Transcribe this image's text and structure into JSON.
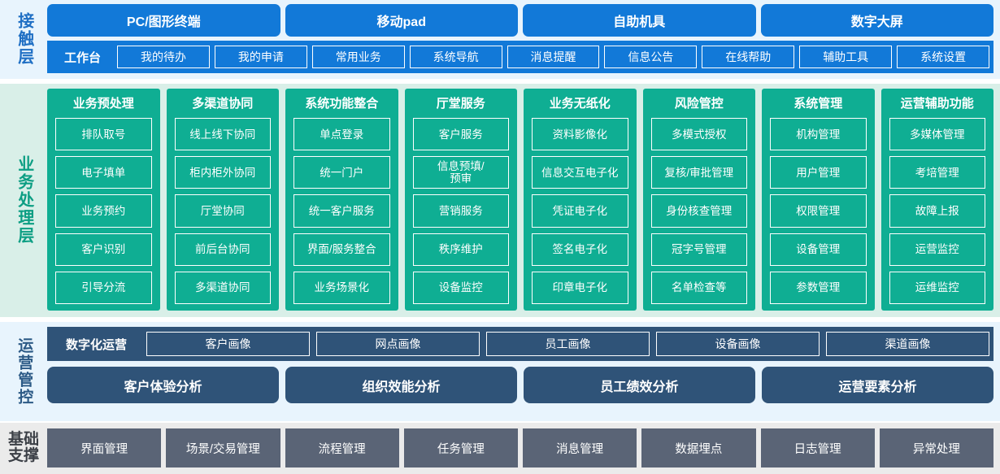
{
  "bands": {
    "contact": {
      "label": "接触层",
      "channels": [
        "PC/图形终端",
        "移动pad",
        "自助机具",
        "数字大屏"
      ],
      "workbench_title": "工作台",
      "workbench_items": [
        "我的待办",
        "我的申请",
        "常用业务",
        "系统导航",
        "消息提醒",
        "信息公告",
        "在线帮助",
        "辅助工具",
        "系统设置"
      ]
    },
    "business": {
      "label": "业务处理层",
      "columns": [
        {
          "title": "业务预处理",
          "items": [
            "排队取号",
            "电子填单",
            "业务预约",
            "客户识别",
            "引导分流"
          ]
        },
        {
          "title": "多渠道协同",
          "items": [
            "线上线下协同",
            "柜内柜外协同",
            "厅堂协同",
            "前后台协同",
            "多渠道协同"
          ]
        },
        {
          "title": "系统功能整合",
          "items": [
            "单点登录",
            "统一门户",
            "统一客户服务",
            "界面/服务整合",
            "业务场景化"
          ]
        },
        {
          "title": "厅堂服务",
          "items": [
            "客户服务",
            "信息预填/\n预审",
            "营销服务",
            "秩序维护",
            "设备监控"
          ]
        },
        {
          "title": "业务无纸化",
          "items": [
            "资料影像化",
            "信息交互电子化",
            "凭证电子化",
            "签名电子化",
            "印章电子化"
          ]
        },
        {
          "title": "风险管控",
          "items": [
            "多模式授权",
            "复核/审批管理",
            "身份核查管理",
            "冠字号管理",
            "名单检查等"
          ]
        },
        {
          "title": "系统管理",
          "items": [
            "机构管理",
            "用户管理",
            "权限管理",
            "设备管理",
            "参数管理"
          ]
        },
        {
          "title": "运营辅助功能",
          "items": [
            "多媒体管理",
            "考培管理",
            "故障上报",
            "运营监控",
            "运维监控"
          ]
        }
      ]
    },
    "operation": {
      "label": "运营管控",
      "digital_title": "数字化运营",
      "portraits": [
        "客户画像",
        "网点画像",
        "员工画像",
        "设备画像",
        "渠道画像"
      ],
      "analysis": [
        "客户体验分析",
        "组织效能分析",
        "员工绩效分析",
        "运营要素分析"
      ]
    },
    "base": {
      "label_line1": "基础",
      "label_line2": "支撑",
      "items": [
        "界面管理",
        "场景/交易管理",
        "流程管理",
        "任务管理",
        "消息管理",
        "数据埋点",
        "日志管理",
        "异常处理"
      ]
    }
  },
  "colors": {
    "contact_bg": "#e8f4fd",
    "contact_accent": "#1279d8",
    "business_bg": "#d9efe8",
    "business_accent": "#0fae93",
    "operation_bg": "#e8f4fd",
    "operation_accent": "#2f5378",
    "base_bg": "#ebebeb",
    "base_accent": "#5a6476"
  }
}
